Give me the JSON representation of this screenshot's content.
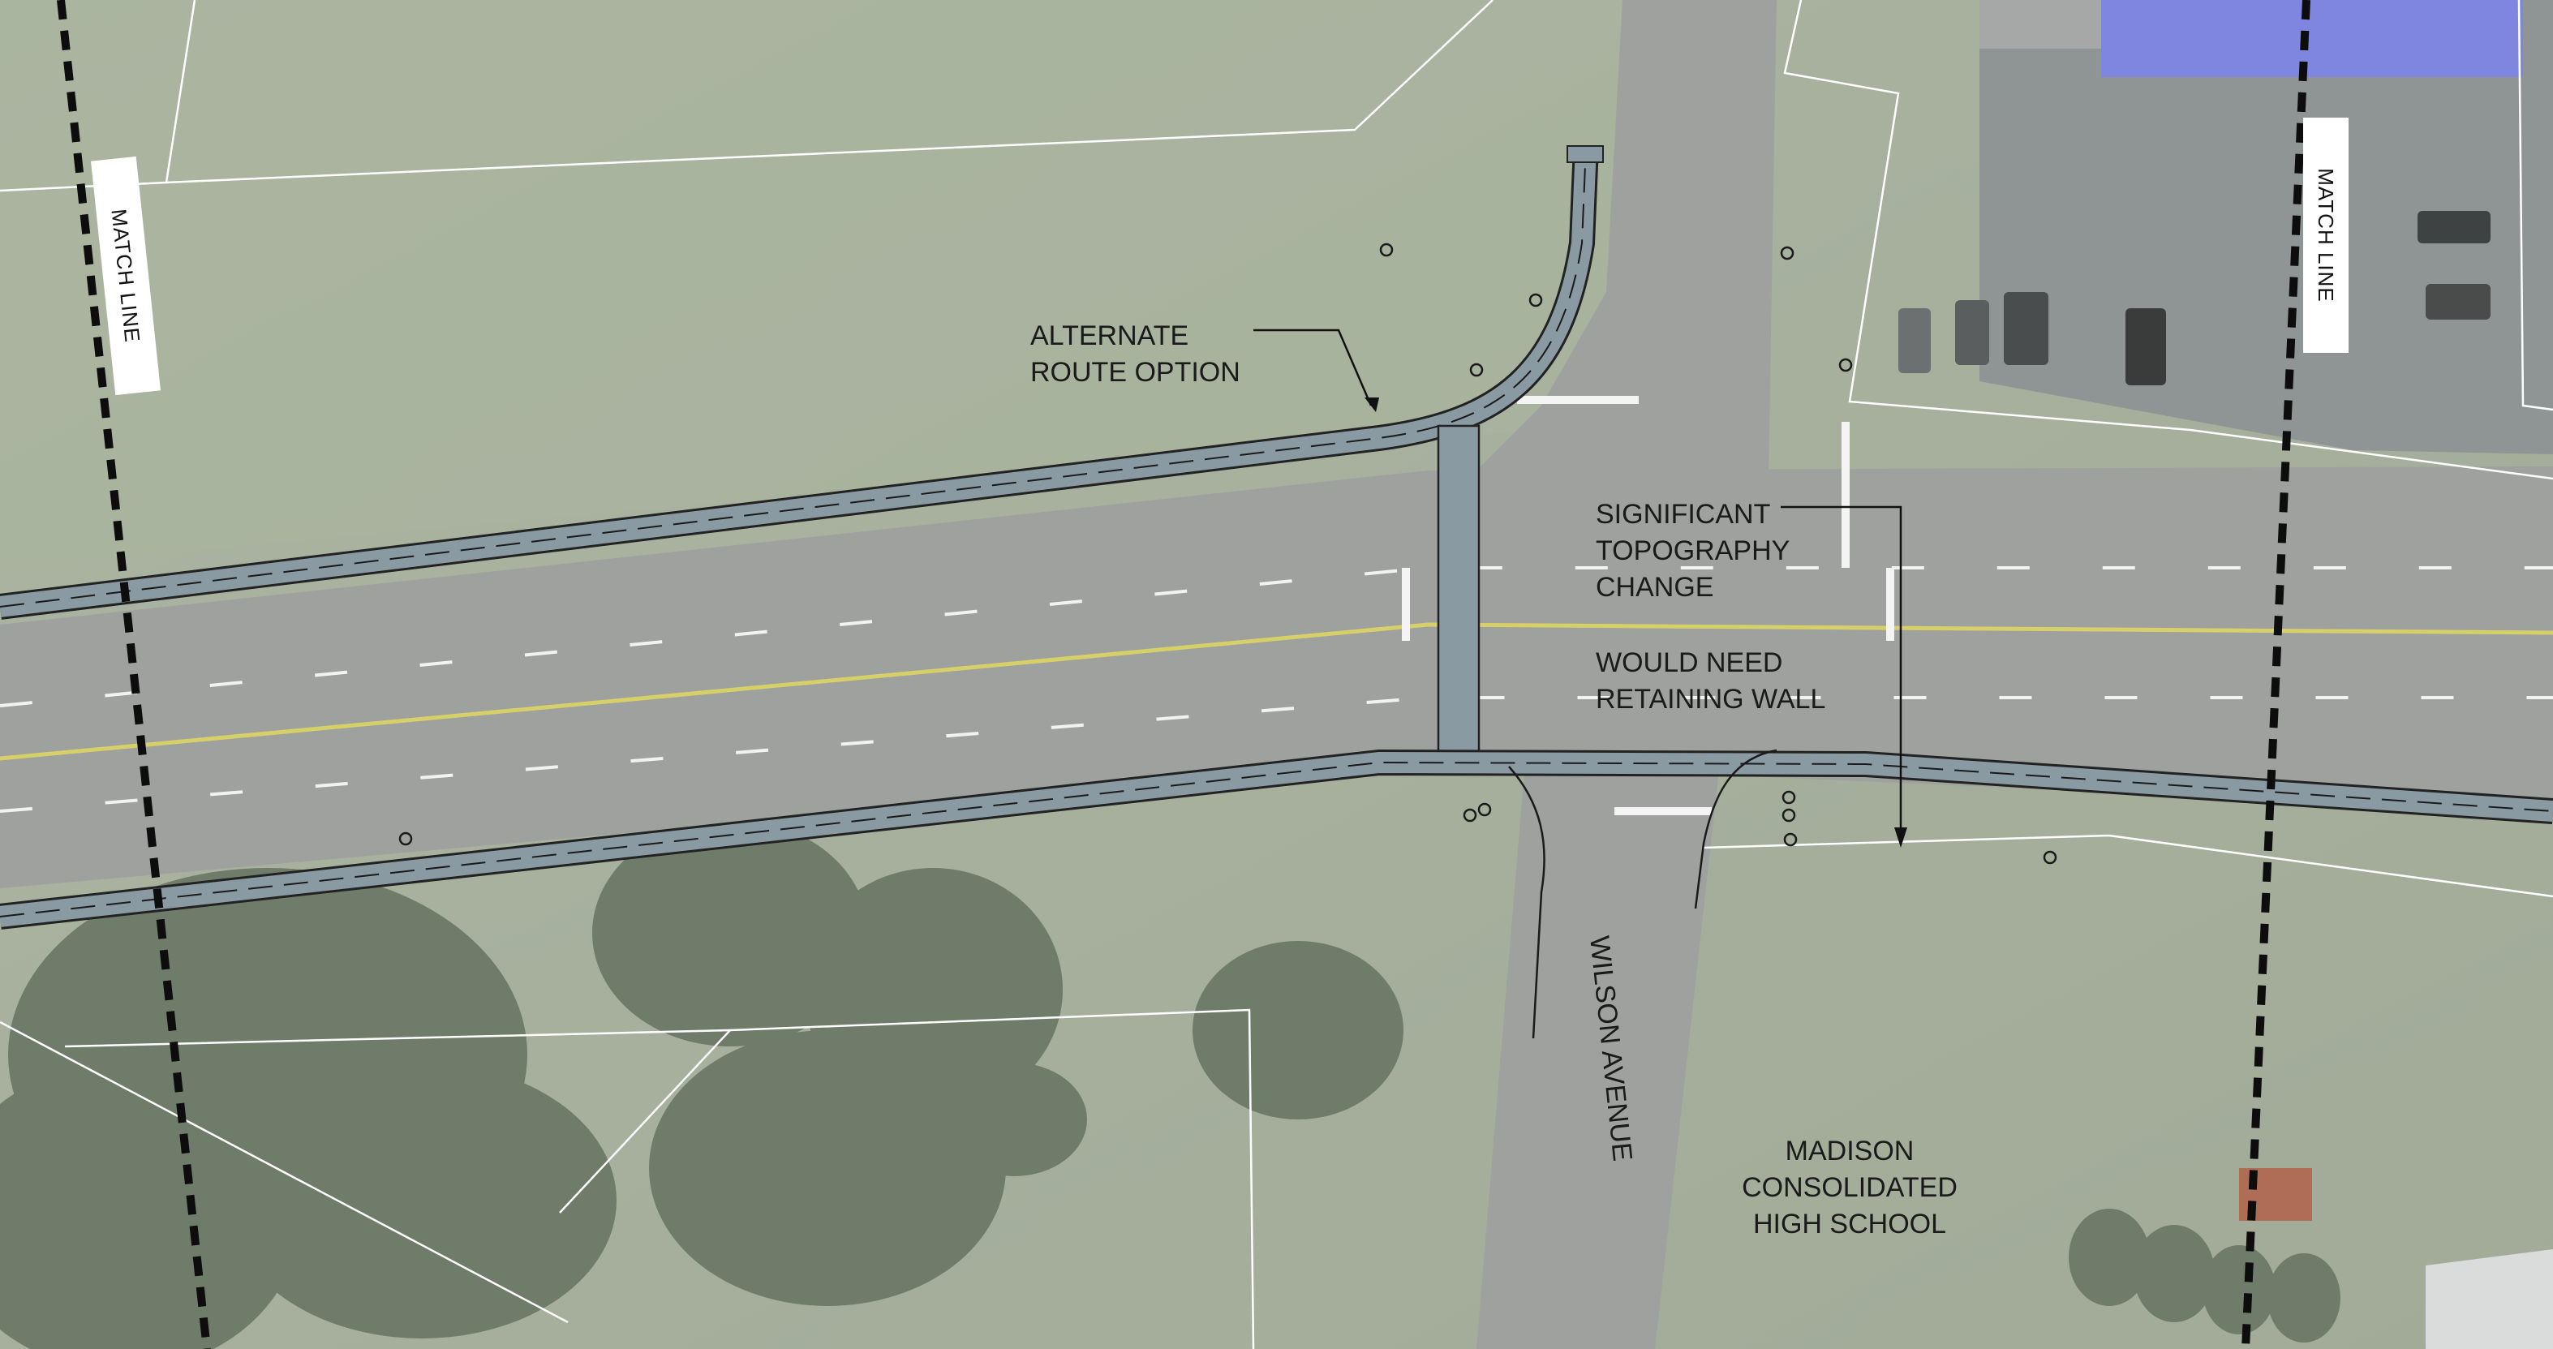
{
  "labels": {
    "match_line_left": "MATCH LINE",
    "match_line_right": "MATCH LINE",
    "alternate_route_line1": "ALTERNATE",
    "alternate_route_line2": "ROUTE OPTION",
    "topography_line1": "SIGNIFICANT",
    "topography_line2": "TOPOGRAPHY",
    "topography_line3": "CHANGE",
    "retaining_line1": "WOULD NEED",
    "retaining_line2": "RETAINING WALL",
    "street": "WILSON AVENUE",
    "school_line1": "MADISON",
    "school_line2": "CONSOLIDATED",
    "school_line3": "HIGH SCHOOL"
  },
  "colors": {
    "grass": "#a7b29e",
    "grass_light": "#b7c0ae",
    "road": "#9ea19d",
    "trees": "#6f7c69",
    "parking": "#8f9494",
    "path_fill": "#8a9aa3",
    "roof": "#7f86e0",
    "outline": "#222222",
    "parcel_line": "#ffffff"
  }
}
